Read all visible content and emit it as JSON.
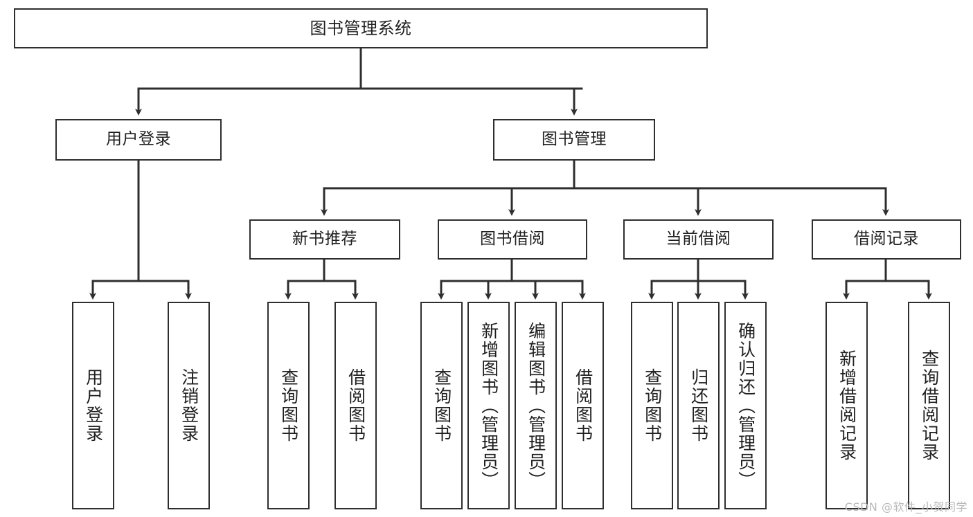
{
  "diagram": {
    "title": "图书管理系统",
    "type": "tree-hierarchy",
    "levels": 4,
    "root": {
      "id": "root",
      "label": "图书管理系统"
    },
    "level2": [
      {
        "id": "user-login",
        "label": "用户登录"
      },
      {
        "id": "book-management",
        "label": "图书管理"
      }
    ],
    "level3": [
      {
        "id": "new-book-recommend",
        "label": "新书推荐",
        "parent": "book-management"
      },
      {
        "id": "book-borrow",
        "label": "图书借阅",
        "parent": "book-management"
      },
      {
        "id": "current-borrow",
        "label": "当前借阅",
        "parent": "book-management"
      },
      {
        "id": "borrow-record",
        "label": "借阅记录",
        "parent": "book-management"
      }
    ],
    "leaves": [
      {
        "id": "leaf-user-login",
        "label": "用户登录",
        "parent": "user-login"
      },
      {
        "id": "leaf-logout-login",
        "label": "注销登录",
        "parent": "user-login"
      },
      {
        "id": "leaf-query-book-1",
        "label": "查询图书",
        "parent": "new-book-recommend"
      },
      {
        "id": "leaf-borrow-book-1",
        "label": "借阅图书",
        "parent": "new-book-recommend"
      },
      {
        "id": "leaf-query-book-2",
        "label": "查询图书",
        "parent": "book-borrow"
      },
      {
        "id": "leaf-add-book",
        "label": "新增图书（管理员）",
        "parent": "book-borrow"
      },
      {
        "id": "leaf-edit-book",
        "label": "编辑图书（管理员）",
        "parent": "book-borrow"
      },
      {
        "id": "leaf-borrow-book-2",
        "label": "借阅图书",
        "parent": "book-borrow"
      },
      {
        "id": "leaf-query-book-3",
        "label": "查询图书",
        "parent": "current-borrow"
      },
      {
        "id": "leaf-return-book",
        "label": "归还图书",
        "parent": "current-borrow"
      },
      {
        "id": "leaf-confirm-return",
        "label": "确认归还（管理员）",
        "parent": "current-borrow"
      },
      {
        "id": "leaf-add-borrow-record",
        "label": "新增借阅记录",
        "parent": "borrow-record"
      },
      {
        "id": "leaf-query-borrow-record",
        "label": "查询借阅记录",
        "parent": "borrow-record"
      }
    ],
    "colors": {
      "border": "#2e2e2e",
      "background": "#ffffff",
      "text": "#1f1f1f",
      "connector": "#2e2e2e",
      "watermark": "#b9b9b9"
    }
  },
  "watermark": {
    "text": "CSDN @软件_小贺同学"
  }
}
